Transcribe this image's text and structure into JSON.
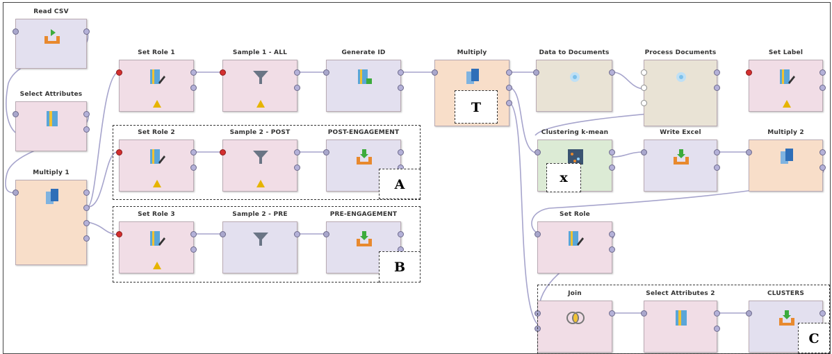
{
  "diagram": {
    "operators": [
      {
        "id": "read-csv",
        "label": "Read CSV"
      },
      {
        "id": "select-attributes",
        "label": "Select Attributes"
      },
      {
        "id": "multiply-1",
        "label": "Multiply 1"
      },
      {
        "id": "set-role-1",
        "label": "Set Role 1"
      },
      {
        "id": "sample-1-all",
        "label": "Sample 1 - ALL"
      },
      {
        "id": "generate-id",
        "label": "Generate ID"
      },
      {
        "id": "multiply",
        "label": "Multiply"
      },
      {
        "id": "data-to-documents",
        "label": "Data to Documents"
      },
      {
        "id": "process-documents",
        "label": "Process Documents"
      },
      {
        "id": "set-label",
        "label": "Set Label"
      },
      {
        "id": "set-role-2",
        "label": "Set Role 2"
      },
      {
        "id": "sample-2-post",
        "label": "Sample 2 - POST"
      },
      {
        "id": "post-engagement",
        "label": "POST-ENGAGEMENT"
      },
      {
        "id": "set-role-3",
        "label": "Set Role 3"
      },
      {
        "id": "sample-2-pre",
        "label": "Sample 2 - PRE"
      },
      {
        "id": "pre-engagement",
        "label": "PRE-ENGAGEMENT"
      },
      {
        "id": "clustering-kmean",
        "label": "Clustering k-mean"
      },
      {
        "id": "write-excel",
        "label": "Write Excel"
      },
      {
        "id": "multiply-2",
        "label": "Multiply 2"
      },
      {
        "id": "set-role",
        "label": "Set Role"
      },
      {
        "id": "join",
        "label": "Join"
      },
      {
        "id": "select-attributes-2",
        "label": "Select Attributes 2"
      },
      {
        "id": "clusters",
        "label": "CLUSTERS"
      }
    ],
    "markers": {
      "A": "A",
      "B": "B",
      "C": "C",
      "T": "T",
      "X": "x"
    }
  }
}
